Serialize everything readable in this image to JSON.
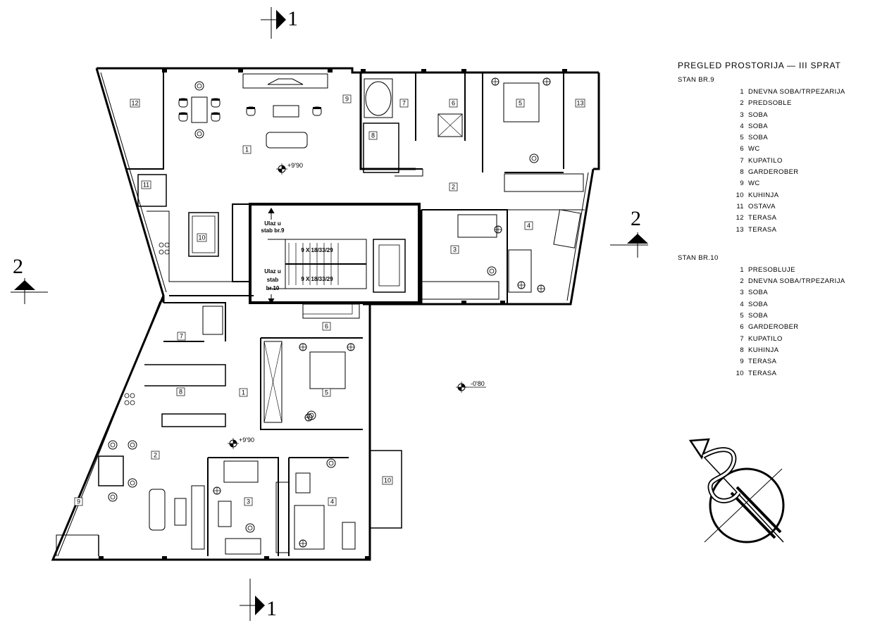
{
  "section_markers": {
    "cut_1": "1",
    "cut_2": "2"
  },
  "levels": {
    "upper": "+9'90",
    "lower": "+9'90",
    "ground": "-0'80"
  },
  "stair": {
    "entry_9": [
      "Ulaz u",
      "stab br.9"
    ],
    "entry_10": [
      "Ulaz u",
      "stab",
      "br.10"
    ],
    "flight_upper": "9 X 18/33/29",
    "flight_lower": "9 X 18/33/29"
  },
  "room_numbers": {
    "a9": [
      "1",
      "2",
      "3",
      "4",
      "5",
      "6",
      "7",
      "8",
      "9",
      "10",
      "11",
      "12",
      "13"
    ],
    "a10": [
      "1",
      "2",
      "3",
      "4",
      "5",
      "6",
      "7",
      "8",
      "9",
      "10"
    ]
  },
  "legend": {
    "title": "PREGLED PROSTORIJA — III SPRAT",
    "apartments": [
      {
        "name": "STAN BR.9",
        "rooms": [
          {
            "n": "1",
            "label": "DNEVNA SOBA/TRPEZARIJA"
          },
          {
            "n": "2",
            "label": "PREDSOBLE"
          },
          {
            "n": "3",
            "label": "SOBA"
          },
          {
            "n": "4",
            "label": "SOBA"
          },
          {
            "n": "5",
            "label": "SOBA"
          },
          {
            "n": "6",
            "label": "WC"
          },
          {
            "n": "7",
            "label": "KUPATILO"
          },
          {
            "n": "8",
            "label": "GARDEROBER"
          },
          {
            "n": "9",
            "label": "WC"
          },
          {
            "n": "10",
            "label": "KUHINJA"
          },
          {
            "n": "11",
            "label": "OSTAVA"
          },
          {
            "n": "12",
            "label": "TERASA"
          },
          {
            "n": "13",
            "label": "TERASA"
          }
        ]
      },
      {
        "name": "STAN BR.10",
        "rooms": [
          {
            "n": "1",
            "label": "PRESOBLUJE"
          },
          {
            "n": "2",
            "label": "DNEVNA SOBA/TRPEZARIJA"
          },
          {
            "n": "3",
            "label": "SOBA"
          },
          {
            "n": "4",
            "label": "SOBA"
          },
          {
            "n": "5",
            "label": "SOBA"
          },
          {
            "n": "6",
            "label": "GARDEROBER"
          },
          {
            "n": "7",
            "label": "KUPATILO"
          },
          {
            "n": "8",
            "label": "KUHINJA"
          },
          {
            "n": "9",
            "label": "TERASA"
          },
          {
            "n": "10",
            "label": "TERASA"
          }
        ]
      }
    ]
  }
}
